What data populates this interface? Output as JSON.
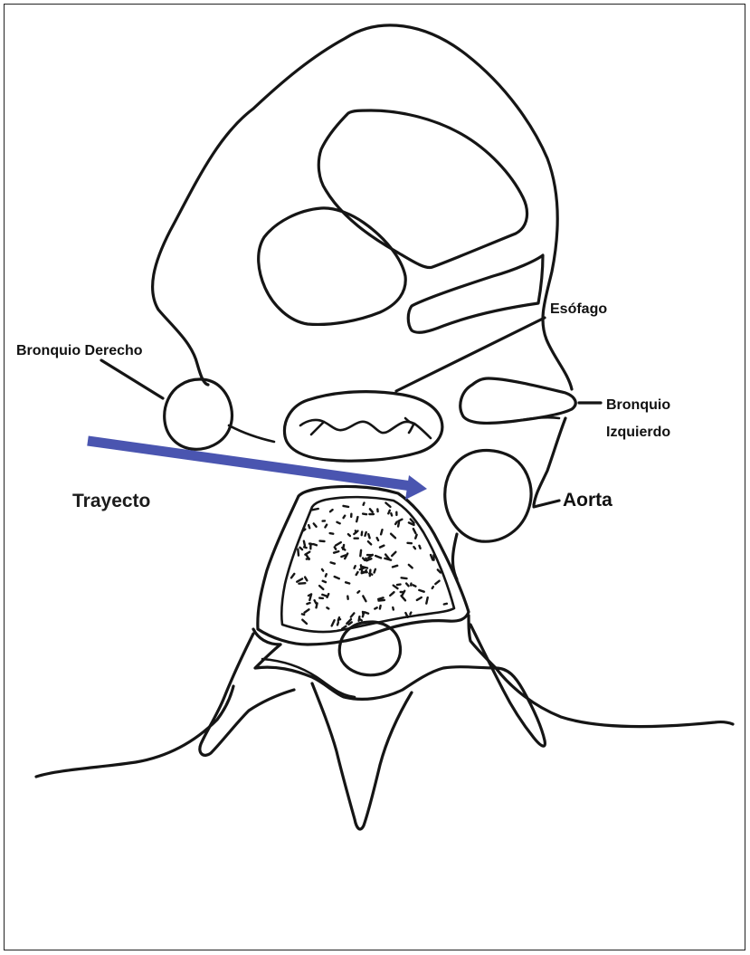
{
  "labels": {
    "bronquio_derecho": "Bronquio Derecho",
    "esofago": "Esófago",
    "bronquio_izquierdo_1": "Bronquio",
    "bronquio_izquierdo_2": "Izquierdo",
    "aorta": "Aorta",
    "trayecto": "Trayecto"
  },
  "colors": {
    "arrow": "#4a55b0",
    "ink": "#151515"
  }
}
